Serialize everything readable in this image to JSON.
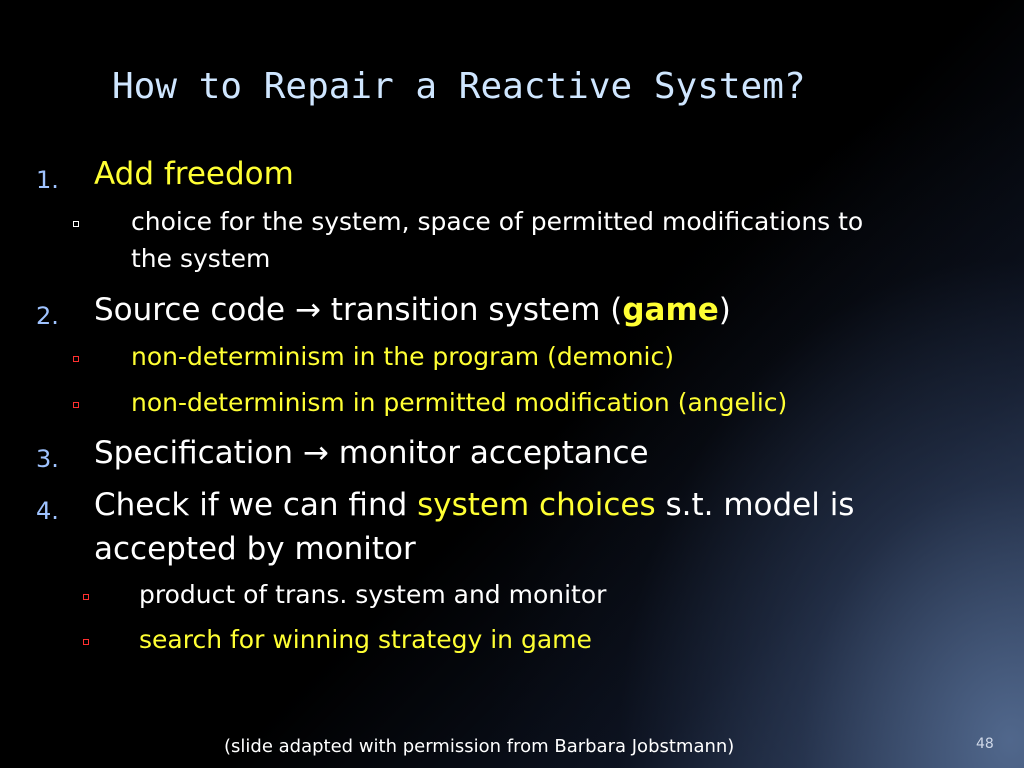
{
  "title": "How to Repair a Reactive System?",
  "items": [
    {
      "num": "1.",
      "text": "Add freedom"
    },
    {
      "num": "2.",
      "text_before": "Source code ",
      "arrow": "→",
      "text_mid": " transition system (",
      "highlight": "game",
      "text_after": ")"
    },
    {
      "num": "3.",
      "text_before": "Specification ",
      "arrow": "→",
      "text_after": " monitor acceptance"
    },
    {
      "num": "4.",
      "text_before": "Check if we can find ",
      "highlight": "system choices",
      "text_after": " s.t. model is",
      "line2": "accepted by monitor"
    }
  ],
  "subitems": {
    "item1": [
      "choice for the system, space of permitted modifications to",
      "the system"
    ],
    "item2": [
      "non-determinism in the program (demonic)",
      "non-determinism in permitted modification (angelic)"
    ],
    "item4": [
      "product of trans. system and monitor",
      "search for winning strategy in game"
    ]
  },
  "footer": "(slide adapted with permission from Barbara Jobstmann)",
  "page_number": "48",
  "colors": {
    "title": "#cfe6ff",
    "highlight": "#ffff33",
    "numbering": "#9fc3ff",
    "red_bullet": "#ff3030"
  }
}
